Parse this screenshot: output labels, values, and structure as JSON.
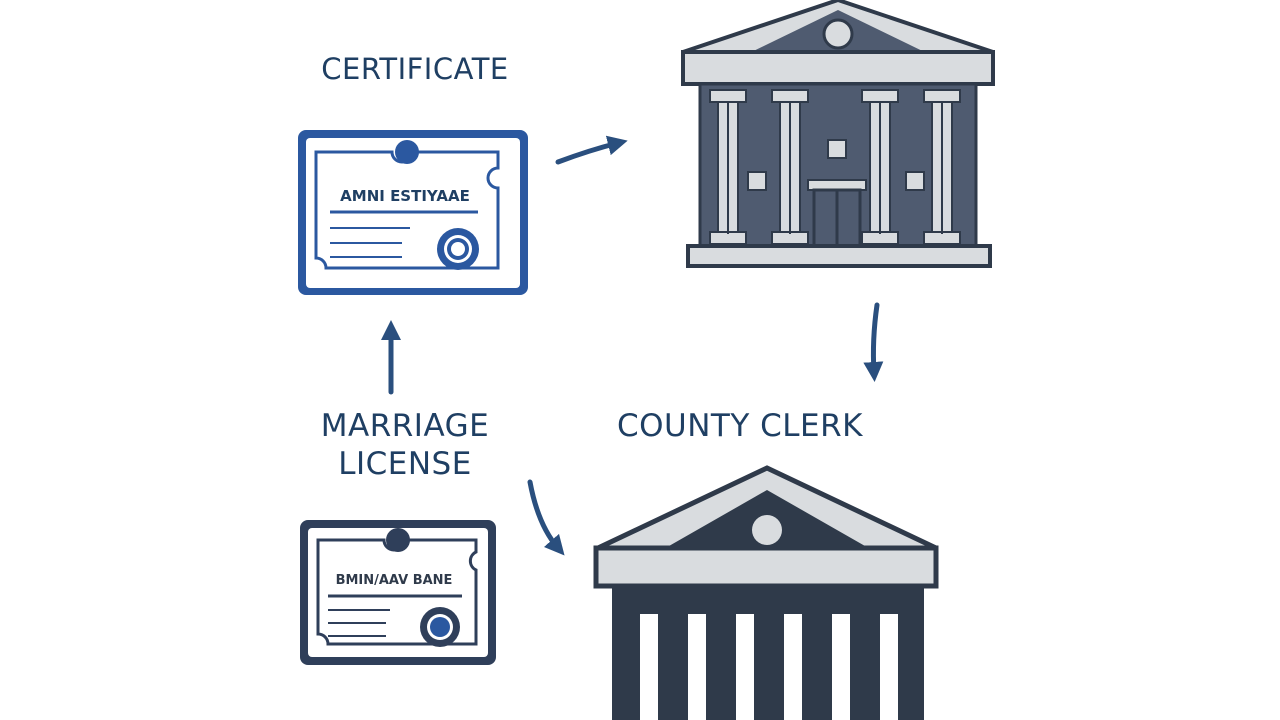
{
  "labels": {
    "certificate": "CERTIFICATE",
    "marriage_license_line1": "MARRIAGE",
    "marriage_license_line2": "LICENSE",
    "county_clerk": "COUNTY CLERK"
  },
  "documents": {
    "certificate_doc_text": "AMNI ESTIYAAE",
    "license_doc_text": "BMIN/AAV BANE"
  },
  "colors": {
    "navy": "#1f3f63",
    "blue": "#2b58a0",
    "slate": "#4f5b70",
    "gray_light": "#d9dcdf",
    "dark": "#2f3a4a",
    "arrow": "#2a4f7e"
  }
}
